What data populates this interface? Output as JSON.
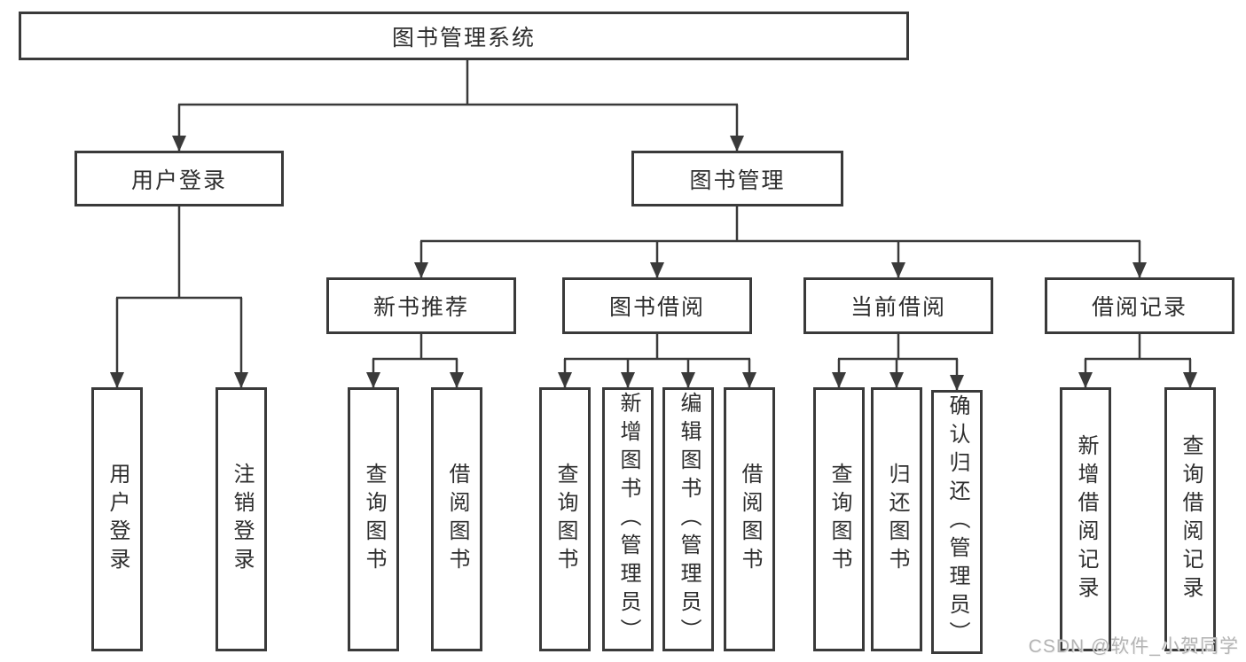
{
  "diagram_type": "hierarchy-tree",
  "colors": {
    "line": "#3a3a3a",
    "box_border": "#3a3a3a",
    "text": "#2e2e2e",
    "background": "#ffffff",
    "watermark": "#b4b4b4"
  },
  "tree": {
    "label": "图书管理系统",
    "children": [
      {
        "label": "用户登录",
        "children": [
          {
            "label": "用户登录"
          },
          {
            "label": "注销登录"
          }
        ]
      },
      {
        "label": "图书管理",
        "children": [
          {
            "label": "新书推荐",
            "children": [
              {
                "label": "查询图书"
              },
              {
                "label": "借阅图书"
              }
            ]
          },
          {
            "label": "图书借阅",
            "children": [
              {
                "label": "查询图书"
              },
              {
                "label": "新增图书（管理员）"
              },
              {
                "label": "编辑图书（管理员）"
              },
              {
                "label": "借阅图书"
              }
            ]
          },
          {
            "label": "当前借阅",
            "children": [
              {
                "label": "查询图书"
              },
              {
                "label": "归还图书"
              },
              {
                "label": "确认归还（管理员）"
              }
            ]
          },
          {
            "label": "借阅记录",
            "children": [
              {
                "label": "新增借阅记录"
              },
              {
                "label": "查询借阅记录"
              }
            ]
          }
        ]
      }
    ]
  },
  "watermark": {
    "text": "CSDN @软件_小贺同学"
  }
}
